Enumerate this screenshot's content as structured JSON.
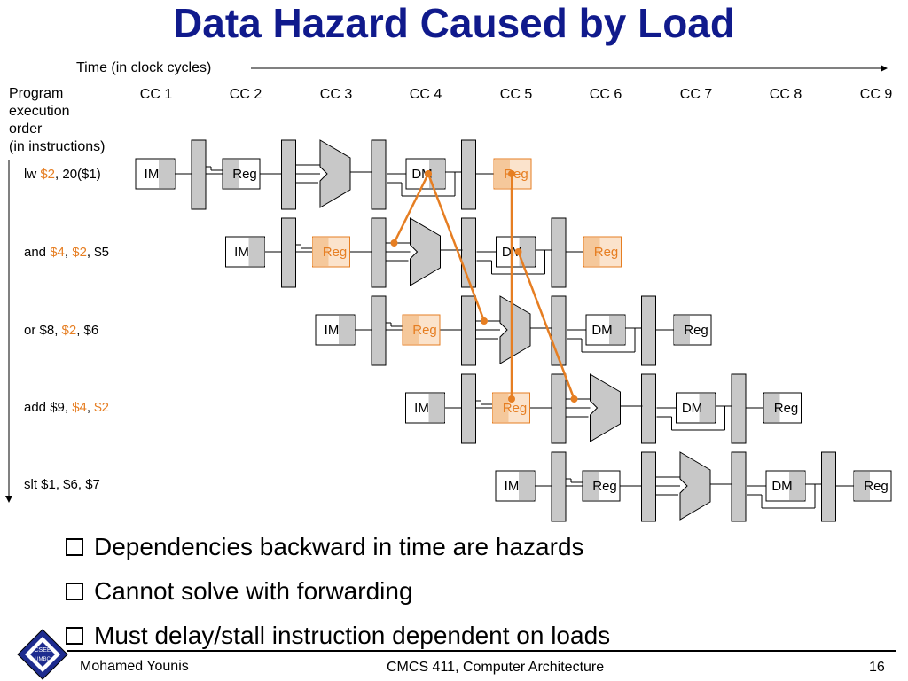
{
  "title": "Data Hazard Caused by Load",
  "time_label": "Time (in clock cycles)",
  "poe_lines": [
    "Program",
    "execution",
    "order",
    "(in instructions)"
  ],
  "clock_cycles": [
    "CC 1",
    "CC 2",
    "CC 3",
    "CC 4",
    "CC 5",
    "CC 6",
    "CC 7",
    "CC 8",
    "CC 9"
  ],
  "instructions": [
    {
      "parts": [
        {
          "t": "lw ",
          "hl": false
        },
        {
          "t": "$2",
          "hl": true
        },
        {
          "t": ", 20($1)",
          "hl": false
        }
      ]
    },
    {
      "parts": [
        {
          "t": "and ",
          "hl": false
        },
        {
          "t": "$4",
          "hl": true
        },
        {
          "t": ", ",
          "hl": false
        },
        {
          "t": "$2",
          "hl": true
        },
        {
          "t": ", $5",
          "hl": false
        }
      ]
    },
    {
      "parts": [
        {
          "t": "or $8, ",
          "hl": false
        },
        {
          "t": "$2",
          "hl": true
        },
        {
          "t": ", $6",
          "hl": false
        }
      ]
    },
    {
      "parts": [
        {
          "t": "add $9, ",
          "hl": false
        },
        {
          "t": "$4",
          "hl": true
        },
        {
          "t": ", ",
          "hl": false
        },
        {
          "t": "$2",
          "hl": true
        }
      ]
    },
    {
      "parts": [
        {
          "t": "slt $1, $6, $7",
          "hl": false
        }
      ]
    }
  ],
  "stage_labels": {
    "im": "IM",
    "reg": "Reg",
    "dm": "DM"
  },
  "highlight_regs": [
    {
      "row": 0,
      "stage": "wb"
    },
    {
      "row": 1,
      "stage": "id"
    },
    {
      "row": 1,
      "stage": "wb"
    },
    {
      "row": 2,
      "stage": "id"
    },
    {
      "row": 3,
      "stage": "id"
    }
  ],
  "bullets": [
    "Dependencies backward in time are hazards",
    "Cannot solve with forwarding",
    "Must delay/stall instruction dependent on loads"
  ],
  "footer": {
    "author": "Mohamed Younis",
    "course": "CMCS 411, Computer Architecture",
    "page": "16"
  },
  "logo_text": [
    "CSEE",
    "UMBC"
  ],
  "colors": {
    "title": "#101a8c",
    "highlight": "#e67e22",
    "highlight_fill": "#fbe3cc",
    "latch": "#c8c8c8"
  }
}
